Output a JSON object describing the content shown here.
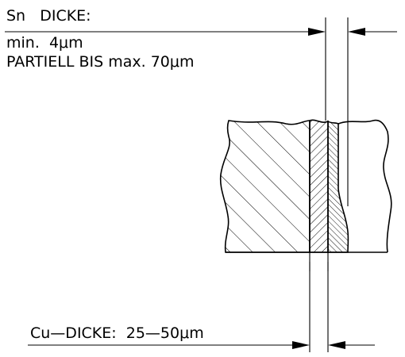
{
  "labels": {
    "sn_thickness_title": "Sn   DICKE:",
    "sn_min": "min.  4μm",
    "sn_partial_max": "PARTIELL BIS max. 70μm",
    "cu_thickness": "Cu—DICKE:  25—50μm"
  },
  "colors": {
    "line": "#000000",
    "background": "#ffffff"
  }
}
